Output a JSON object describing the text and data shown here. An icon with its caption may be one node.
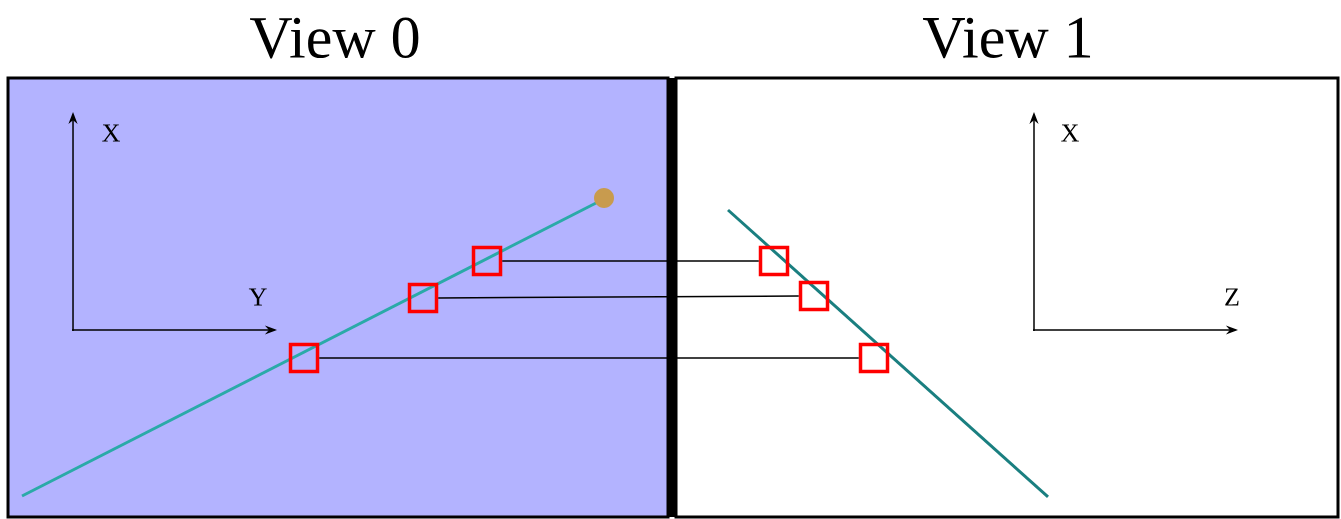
{
  "diagram": {
    "nodes": [
      {
        "text": [
          "View 0"
        ]
      },
      {
        "text": [
          "View 1"
        ]
      },
      {
        "text": [],
        "shape": "box",
        "in": 0
      },
      {
        "text": [],
        "shape": "box",
        "in": 0
      },
      {
        "text": [],
        "shape": "box",
        "in": 0
      },
      {
        "text": [],
        "shape": "box",
        "in": 1
      },
      {
        "text": [],
        "shape": "box",
        "in": 1
      },
      {
        "text": [],
        "shape": "box",
        "in": 1
      }
    ],
    "edges": [
      {
        "from": 2,
        "to": 5,
        "arrow": "none"
      },
      {
        "from": 3,
        "to": 6,
        "arrow": "none"
      },
      {
        "from": 4,
        "to": 7,
        "arrow": "none"
      }
    ],
    "labels": [
      "X",
      "Y",
      "X",
      "Z"
    ]
  }
}
